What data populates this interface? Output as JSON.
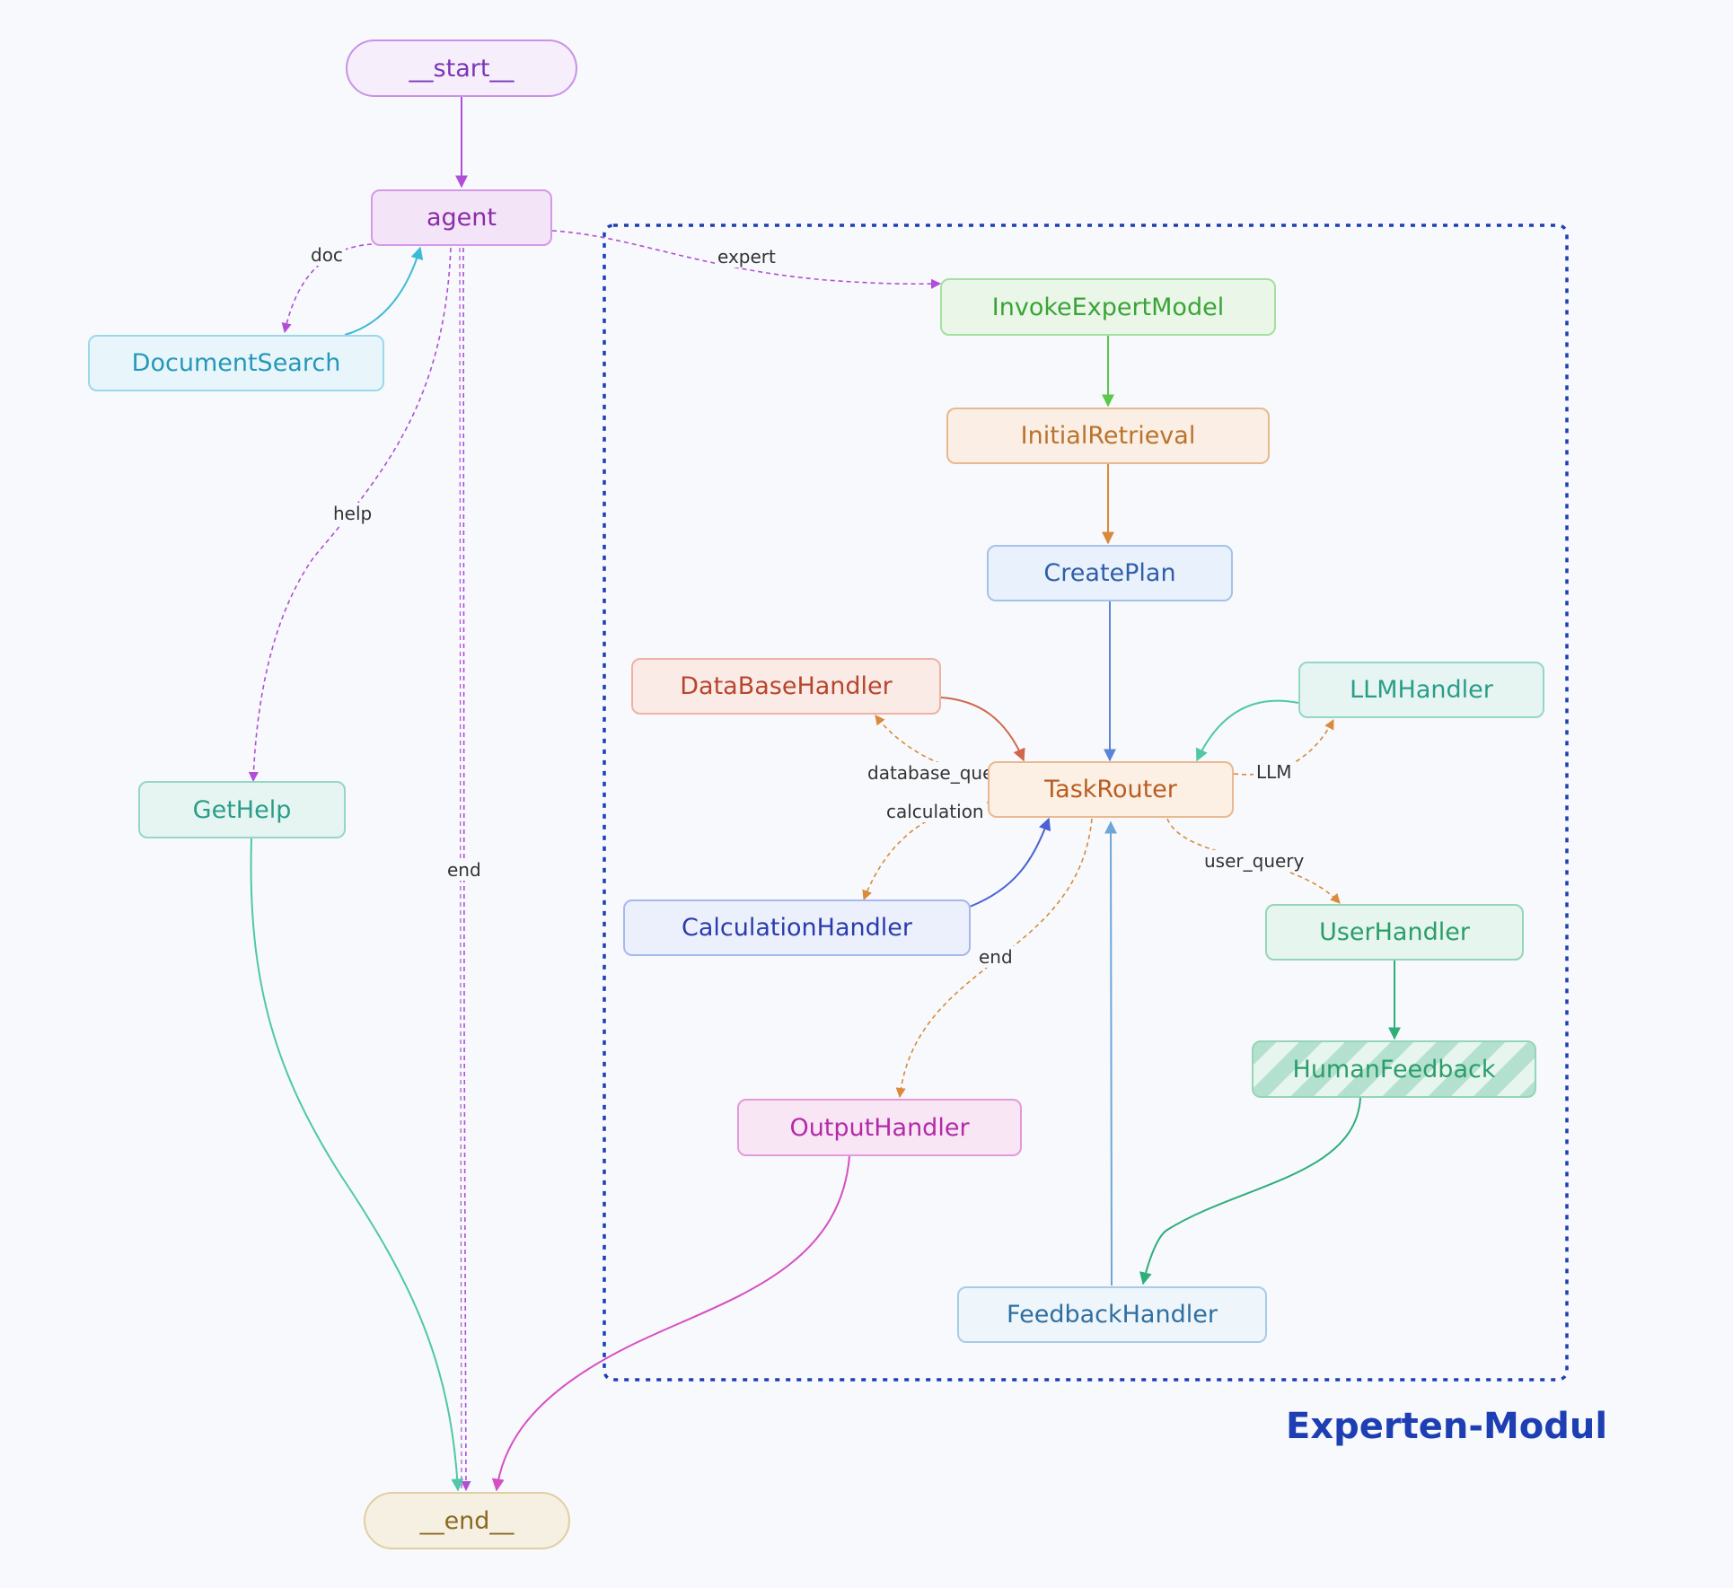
{
  "nodes": {
    "start": {
      "label": "__start__",
      "color": "#7b35b8",
      "bg": "#f6eefb",
      "border": "#c992e6"
    },
    "agent": {
      "label": "agent",
      "color": "#8a2da8",
      "bg": "#f4e4f8",
      "border": "#d49ae8"
    },
    "document_search": {
      "label": "DocumentSearch",
      "color": "#2498b8",
      "bg": "#e8f6fb",
      "border": "#9ad8ea"
    },
    "get_help": {
      "label": "GetHelp",
      "color": "#2a9d8a",
      "bg": "#e6f5f1",
      "border": "#95d6c6"
    },
    "end": {
      "label": "__end__",
      "color": "#8a6a22",
      "bg": "#f6f0e3",
      "border": "#e0cfa3"
    },
    "invoke_expert_model": {
      "label": "InvokeExpertModel",
      "color": "#3aa337",
      "bg": "#eaf7e8",
      "border": "#a6e09e"
    },
    "initial_retrieval": {
      "label": "InitialRetrieval",
      "color": "#b8732d",
      "bg": "#fbeee4",
      "border": "#e8b98e"
    },
    "create_plan": {
      "label": "CreatePlan",
      "color": "#2f5fa8",
      "bg": "#e9f1fc",
      "border": "#a5c2ea"
    },
    "database_handler": {
      "label": "DataBaseHandler",
      "color": "#b8452d",
      "bg": "#fbebe7",
      "border": "#eeb2a3"
    },
    "llm_handler": {
      "label": "LLMHandler",
      "color": "#2a9d8a",
      "bg": "#e6f5f1",
      "border": "#95d6c6"
    },
    "task_router": {
      "label": "TaskRouter",
      "color": "#b85e22",
      "bg": "#fcefe3",
      "border": "#eab98e"
    },
    "calculation_handler": {
      "label": "CalculationHandler",
      "color": "#2a3cab",
      "bg": "#ecf0fc",
      "border": "#a8b8ec"
    },
    "user_handler": {
      "label": "UserHandler",
      "color": "#2a9d6a",
      "bg": "#e6f5ee",
      "border": "#95d6b6"
    },
    "human_feedback": {
      "label": "HumanFeedback",
      "color": "#2a9d6a",
      "bg": "#e6f5ee",
      "border": "#95d6b6"
    },
    "output_handler": {
      "label": "OutputHandler",
      "color": "#b42aa8",
      "bg": "#f8e6f5",
      "border": "#e49ada"
    },
    "feedback_handler": {
      "label": "FeedbackHandler",
      "color": "#2f6fa0",
      "bg": "#eef5fb",
      "border": "#a8cce8"
    }
  },
  "edge_labels": {
    "doc": "doc",
    "help": "help",
    "end_agent": "end",
    "expert": "expert",
    "database_query": "database_que",
    "calculation": "calculation",
    "llm": "LLM",
    "user_query": "user_query",
    "end_router": "end"
  },
  "module": {
    "title": "Experten-Modul",
    "border_color": "#1d3fb3"
  }
}
